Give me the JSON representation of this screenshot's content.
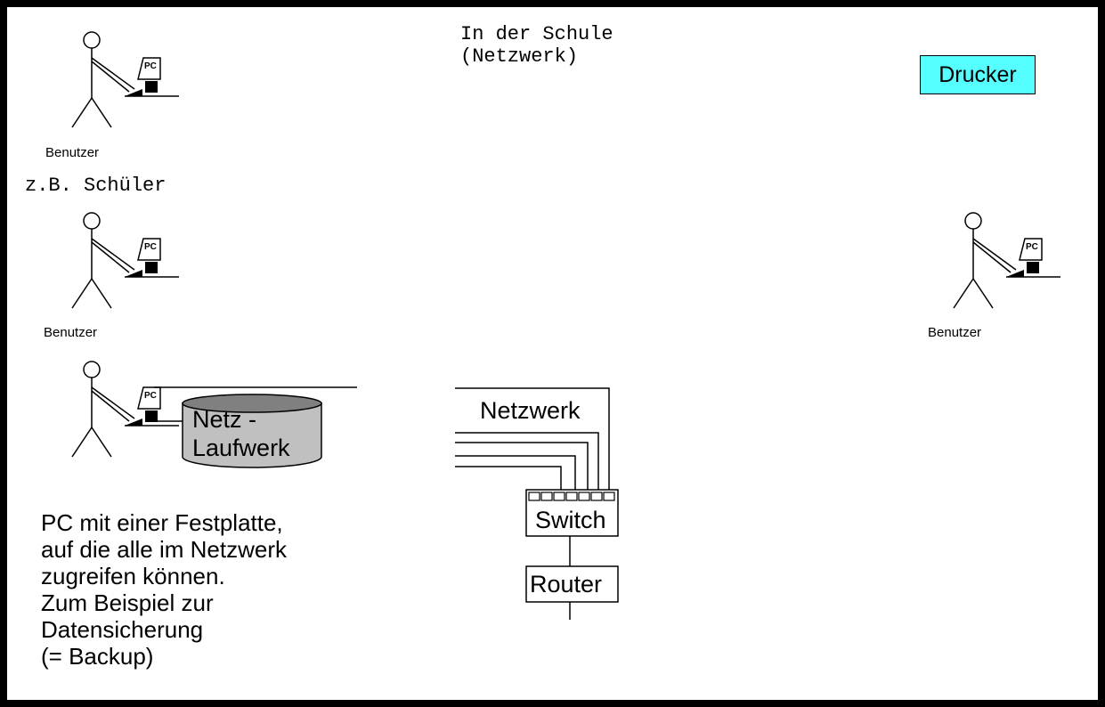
{
  "title_line1": "In der Schule",
  "title_line2": "(Netzwerk)",
  "printer_label": "Drucker",
  "users": [
    {
      "label": "Benutzer",
      "pc_label": "PC"
    },
    {
      "label": "Benutzer",
      "pc_label": "PC",
      "role": "z.B. Schüler"
    },
    {
      "label": "Benutzer",
      "pc_label": "PC"
    },
    {
      "pc_label": "PC"
    }
  ],
  "network_drive": {
    "line1": "Netz -",
    "line2": "Laufwerk"
  },
  "network_label": "Netzwerk",
  "switch_label": "Switch",
  "router_label": "Router",
  "description": [
    "PC mit einer Festplatte,",
    "auf die alle im Netzwerk",
    "zugreifen können.",
    "Zum Beispiel zur",
    "Datensicherung",
    "(= Backup)"
  ],
  "colors": {
    "printer_fill": "#55ffff",
    "drive_fill": "#c0c0c0",
    "drive_top": "#808080"
  }
}
